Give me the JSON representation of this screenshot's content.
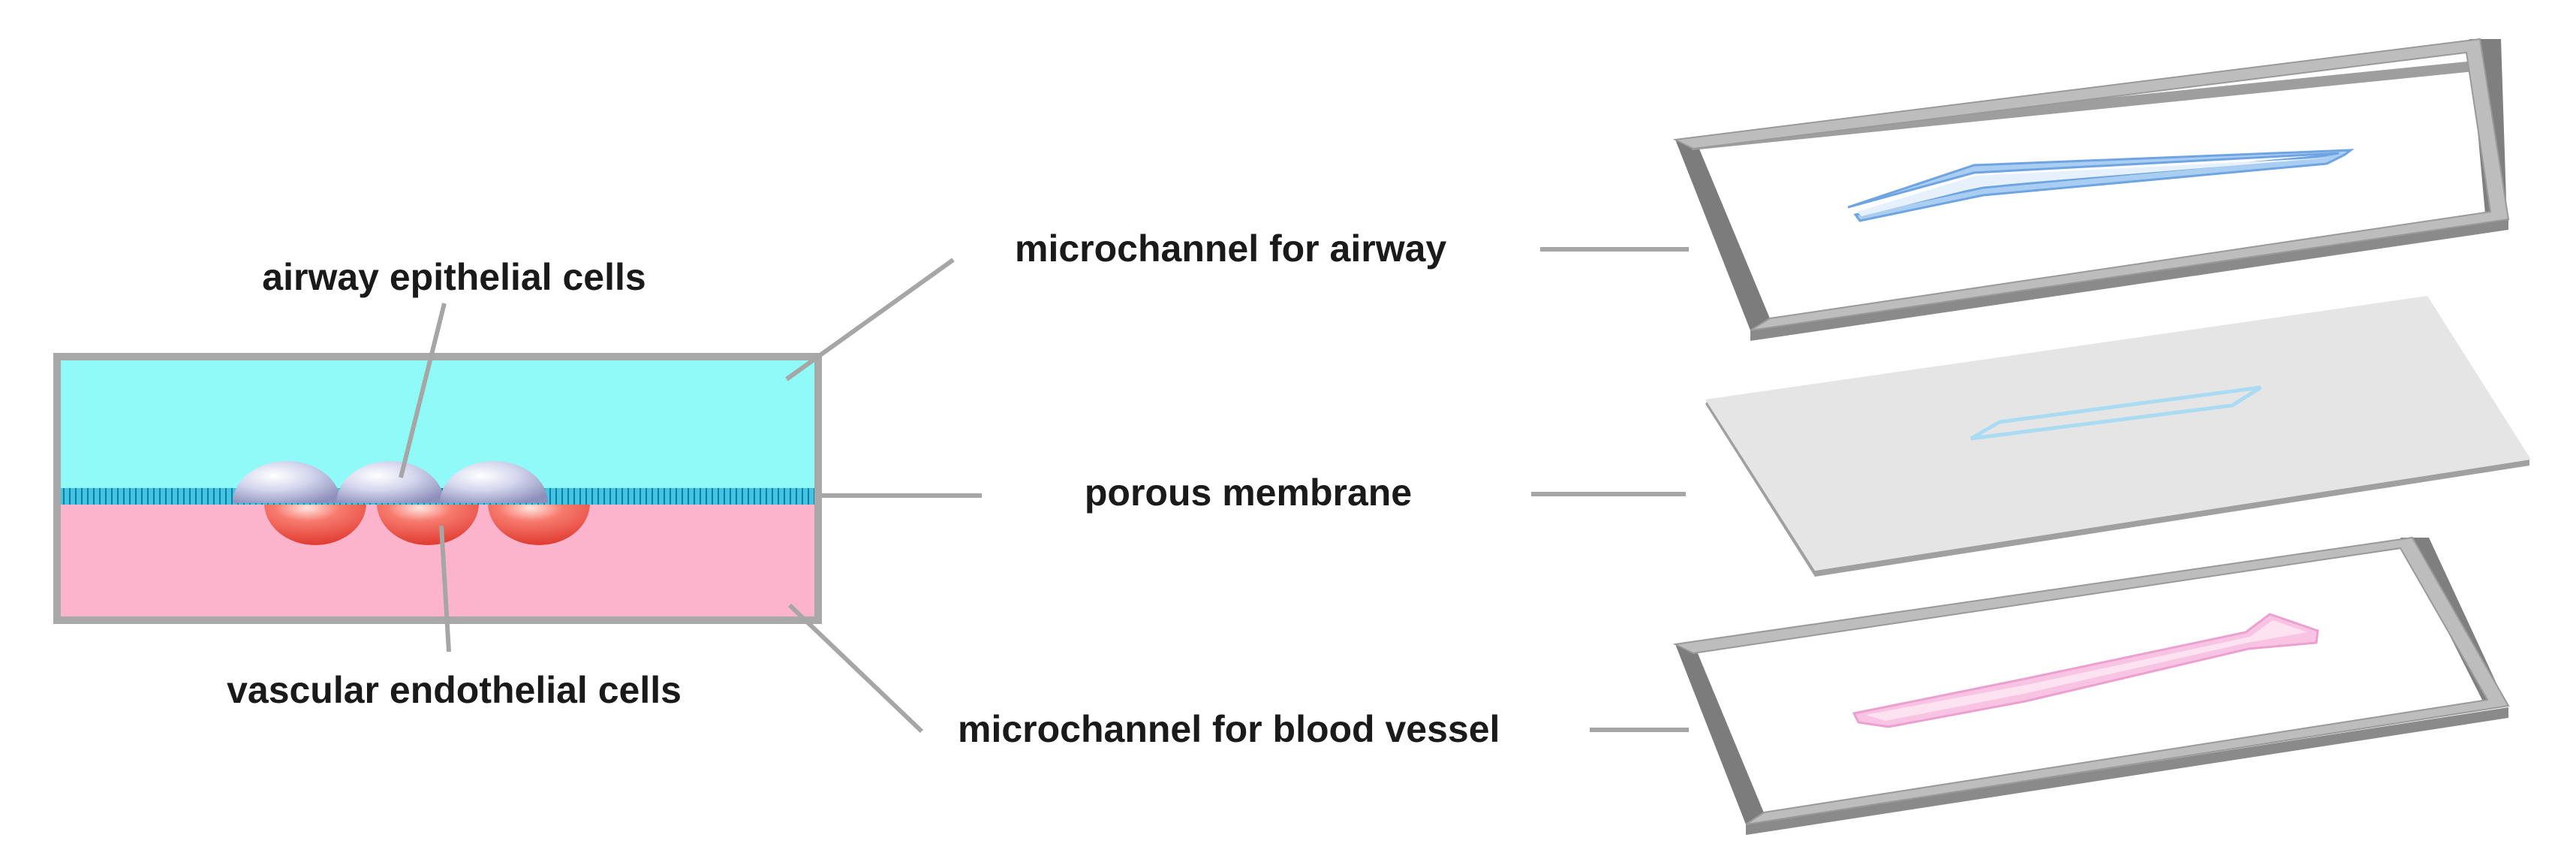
{
  "labels": {
    "airway_epithelial_cells": "airway epithelial cells",
    "vascular_endothelial_cells": "vascular endothelial cells",
    "microchannel_for_airway": "microchannel for airway",
    "porous_membrane": "porous membrane",
    "microchannel_for_blood_vessel": "microchannel for blood vessel"
  },
  "colors": {
    "airway_channel": "#8ffaf8",
    "blood_channel": "#fbb4cc",
    "membrane": "#3fc0de",
    "epithelial_cell": "#c4c8e4",
    "endothelial_cell": "#f25f55",
    "frame": "#a8a8a8",
    "leader_line": "#a6a6a6",
    "airway_tube": "#aacdf2",
    "membrane_outline": "#a9dcf2",
    "blood_tube": "#f9c3e3"
  }
}
